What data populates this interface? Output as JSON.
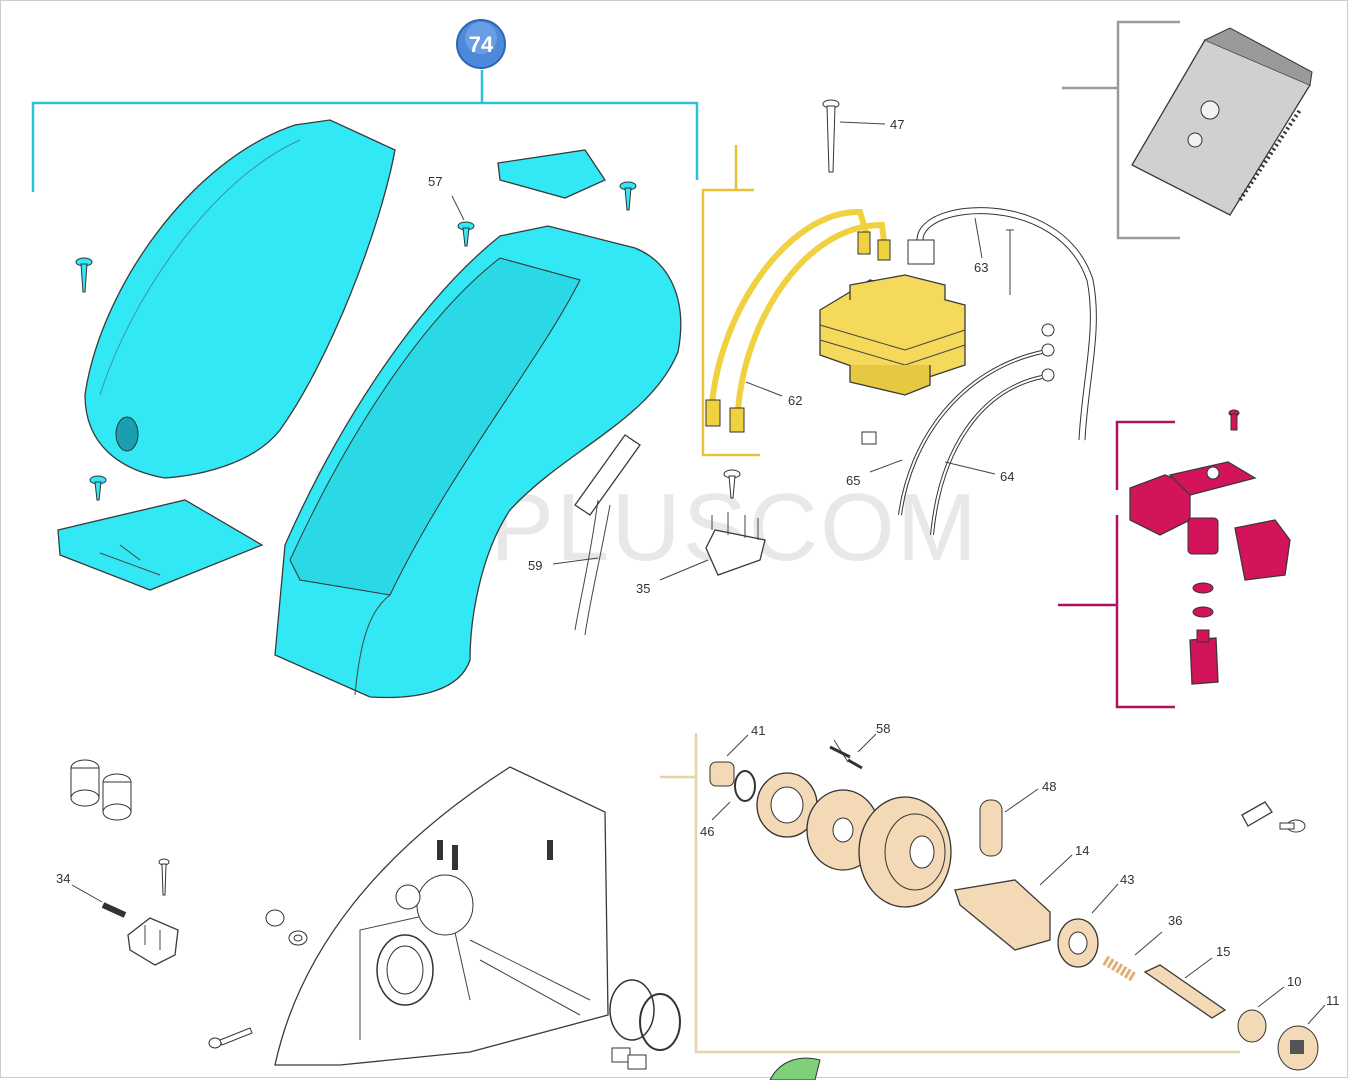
{
  "watermark": "PLUSCOM",
  "colors": {
    "cover": "#33e8f5",
    "transformer": "#f5d95a",
    "encoder": "#d4145a",
    "gear": "#f3d9b5",
    "bracket_cyan": "#2cc3d8",
    "bracket_yellow": "#e8c33a",
    "bracket_gray": "#9a9a9a",
    "bracket_magenta": "#b0115f",
    "bracket_beige": "#e6d3a6"
  },
  "callout": {
    "number": "74",
    "icon": "numbered-circle-icon"
  },
  "labels": {
    "p57": "57",
    "p47": "47",
    "p63": "63",
    "p62": "62",
    "p65": "65",
    "p64": "64",
    "p59": "59",
    "p35": "35",
    "p41": "41",
    "p58": "58",
    "p48": "48",
    "p46": "46",
    "p14": "14",
    "p43": "43",
    "p36": "36",
    "p15": "15",
    "p10": "10",
    "p11": "11",
    "p34": "34"
  }
}
